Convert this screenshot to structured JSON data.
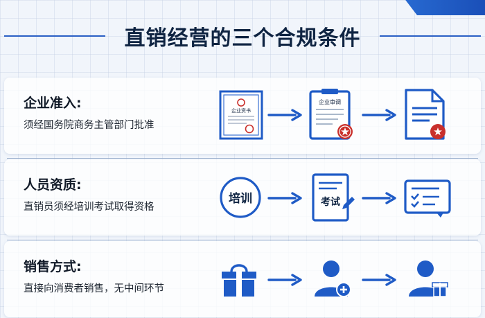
{
  "title": "直销经营的三个合规条件",
  "colors": {
    "primary": "#1f5bc6",
    "dark": "#0f2442",
    "red": "#c9302c",
    "accent": "#2a6fd6"
  },
  "conditions": [
    {
      "label": "企业准入:",
      "desc": "须经国务院商务主管部门批准",
      "icons": [
        "certificate-icon",
        "business-license-icon",
        "approved-document-icon"
      ],
      "certificate_text": "企业资书",
      "license_text": "企业审调"
    },
    {
      "label": "人员资质:",
      "desc": "直销员须经培训考试取得资格",
      "icons": [
        "training-badge-icon",
        "exam-paper-icon",
        "qualification-card-icon"
      ],
      "training_text": "培训",
      "exam_text": "考试"
    },
    {
      "label": "销售方式:",
      "desc": "直接向消费者销售，无中间环节",
      "icons": [
        "shopping-bag-icon",
        "add-user-icon",
        "user-gift-icon"
      ]
    }
  ]
}
